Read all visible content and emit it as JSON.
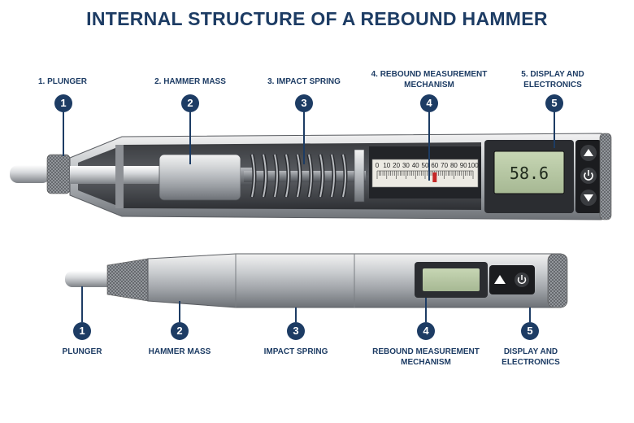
{
  "title": "INTERNAL STRUCTURE OF A REBOUND HAMMER",
  "top_labels": [
    {
      "num": "1",
      "line1": "1. PLUNGER",
      "line2": ""
    },
    {
      "num": "2",
      "line1": "2. HAMMER MASS",
      "line2": ""
    },
    {
      "num": "3",
      "line1": "3. IMPACT SPRING",
      "line2": ""
    },
    {
      "num": "4",
      "line1": "4. REBOUND MEASUREMENT",
      "line2": "MECHANISM"
    },
    {
      "num": "5",
      "line1": "5. DISPLAY AND",
      "line2": "ELECTRONICS"
    }
  ],
  "bottom_labels": [
    {
      "num": "1",
      "line1": "PLUNGER",
      "line2": ""
    },
    {
      "num": "2",
      "line1": "HAMMER MASS",
      "line2": ""
    },
    {
      "num": "3",
      "line1": "IMPACT SPRING",
      "line2": ""
    },
    {
      "num": "4",
      "line1": "REBOUND MEASUREMENT",
      "line2": "MECHANISM"
    },
    {
      "num": "5",
      "line1": "DISPLAY AND",
      "line2": "ELECTRONICS"
    }
  ],
  "display_reading": "58.6",
  "scale_ticks": [
    "0",
    "10",
    "20",
    "30",
    "40",
    "50",
    "60",
    "70",
    "80",
    "90",
    "100"
  ],
  "scale_marker_value": 60,
  "colors": {
    "navy": "#1d3c64",
    "lcd": "#b9c9a6",
    "marker": "#c62828"
  },
  "icons": [
    "up-arrow-icon",
    "power-icon",
    "down-arrow-icon"
  ]
}
